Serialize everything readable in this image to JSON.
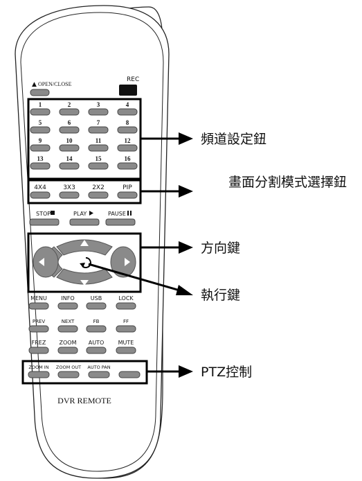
{
  "remote": {
    "open_close": "OPEN/CLOSE",
    "open_close_icon": "eject-icon",
    "rec": "REC",
    "channels": [
      "1",
      "2",
      "3",
      "4",
      "5",
      "6",
      "7",
      "8",
      "9",
      "10",
      "11",
      "12",
      "13",
      "14",
      "15",
      "16"
    ],
    "split": [
      "4X4",
      "3X3",
      "2X2",
      "PIP"
    ],
    "playback": {
      "stop": "STOP",
      "play": "PLAY",
      "pause": "PAUSE"
    },
    "func_row1": [
      "MENU",
      "INFO",
      "USB",
      "LOCK"
    ],
    "func_row2": [
      "PREV",
      "NEXT",
      "FB",
      "FF"
    ],
    "func_row3": [
      "FREZ",
      "ZOOM",
      "AUTO",
      "MUTE"
    ],
    "ptz": [
      "ZOOM IN",
      "ZOOM OUT",
      "AUTO PAN",
      ""
    ],
    "brand": "DVR REMOTE"
  },
  "callouts": {
    "channel": "頻道設定鈕",
    "split": "畫面分割模式選擇鈕",
    "direction": "方向鍵",
    "enter": "執行鍵",
    "ptz": "PTZ控制"
  }
}
